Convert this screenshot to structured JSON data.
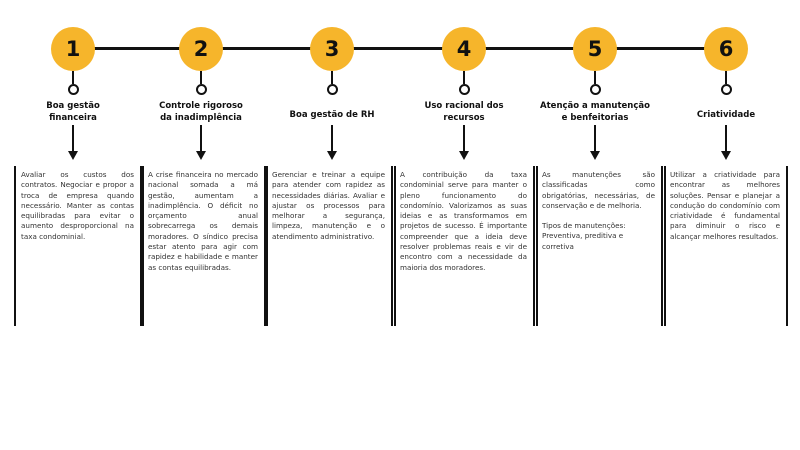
{
  "steps": [
    {
      "number": "1",
      "title_lines": [
        "Boa gestão",
        "financeira"
      ],
      "paragraphs": [
        "Avaliar os custos dos contratos. Negociar e propor a troca de empresa quando necessário. Manter as contas equilibradas para evitar o aumento desproporcional na taxa condominial."
      ]
    },
    {
      "number": "2",
      "title_lines": [
        "Controle rigoroso",
        "da inadimplência"
      ],
      "paragraphs": [
        "A crise financeira no mercado nacional somada a má gestão, aumentam a inadimplência. O déficit no orçamento anual sobrecarrega os demais moradores. O síndico precisa estar atento para agir com rapidez e habilidade e manter as contas equilibradas."
      ]
    },
    {
      "number": "3",
      "title_lines": [
        "Boa gestão de RH"
      ],
      "paragraphs": [
        "Gerenciar e treinar a equipe para atender com rapidez as necessidades diárias. Avaliar e ajustar os processos para melhorar a segurança, limpeza, manutenção e o atendimento administrativo."
      ]
    },
    {
      "number": "4",
      "title_lines": [
        "Uso racional dos",
        "recursos"
      ],
      "paragraphs": [
        "A contribuição da taxa condominial serve para manter o pleno funcionamento do condomínio. Valorizamos as suas ideias e as transformamos em projetos de sucesso. É importante compreender que a ideia deve resolver problemas reais e vir de encontro com a necessidade da maioria dos moradores."
      ]
    },
    {
      "number": "5",
      "title_lines": [
        "Atenção a manutenção",
        "e benfeitorias"
      ],
      "paragraphs": [
        "As manutenções são classificadas como obrigatórias, necessárias, de conservação e de melhoria.",
        "Tipos de manutenções: Preventiva, preditiva e corretiva"
      ]
    },
    {
      "number": "6",
      "title_lines": [
        "Criatividade"
      ],
      "paragraphs": [
        "Utilizar a criatividade para encontrar as melhores soluções. Pensar e planejar a condução do condomínio com criatividade é fundamental para diminuir o risco e alcançar melhores resultados."
      ]
    }
  ],
  "colors": {
    "circle": "#f6b52b",
    "line": "#111111"
  }
}
